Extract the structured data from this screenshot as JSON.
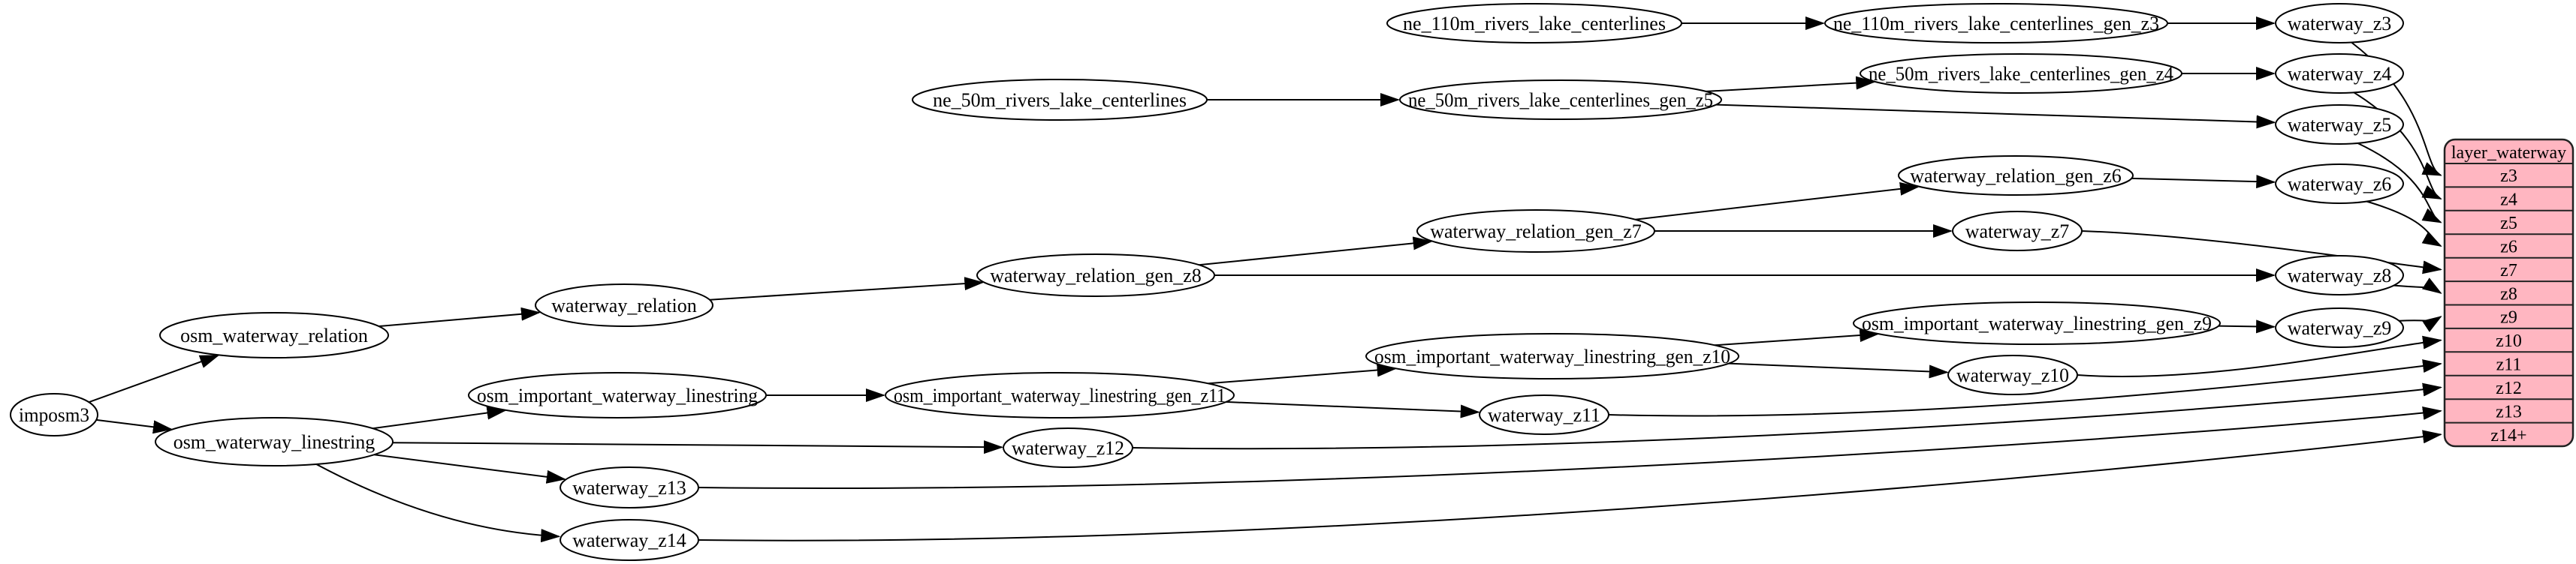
{
  "graph": {
    "colors": {
      "background": "#ffffff",
      "node_fill": "#ffffff",
      "node_stroke": "#000000",
      "edge": "#000000",
      "record_fill": "#ffb6c1",
      "record_stroke": "#222222",
      "text": "#000000"
    },
    "nodes": [
      {
        "id": "imposm3",
        "label": "imposm3"
      },
      {
        "id": "osm_waterway_relation",
        "label": "osm_waterway_relation"
      },
      {
        "id": "osm_waterway_linestring",
        "label": "osm_waterway_linestring"
      },
      {
        "id": "waterway_relation",
        "label": "waterway_relation"
      },
      {
        "id": "osm_important_waterway_linestring",
        "label": "osm_important_waterway_linestring"
      },
      {
        "id": "waterway_relation_gen_z8",
        "label": "waterway_relation_gen_z8"
      },
      {
        "id": "waterway_relation_gen_z7",
        "label": "waterway_relation_gen_z7"
      },
      {
        "id": "waterway_relation_gen_z6",
        "label": "waterway_relation_gen_z6"
      },
      {
        "id": "osm_important_waterway_linestring_gen_z11",
        "label": "osm_important_waterway_linestring_gen_z11"
      },
      {
        "id": "osm_important_waterway_linestring_gen_z10",
        "label": "osm_important_waterway_linestring_gen_z10"
      },
      {
        "id": "osm_important_waterway_linestring_gen_z9",
        "label": "osm_important_waterway_linestring_gen_z9"
      },
      {
        "id": "ne_110m_rivers_lake_centerlines",
        "label": "ne_110m_rivers_lake_centerlines"
      },
      {
        "id": "ne_110m_rivers_lake_centerlines_gen_z3",
        "label": "ne_110m_rivers_lake_centerlines_gen_z3"
      },
      {
        "id": "ne_50m_rivers_lake_centerlines",
        "label": "ne_50m_rivers_lake_centerlines"
      },
      {
        "id": "ne_50m_rivers_lake_centerlines_gen_z5",
        "label": "ne_50m_rivers_lake_centerlines_gen_z5"
      },
      {
        "id": "ne_50m_rivers_lake_centerlines_gen_z4",
        "label": "ne_50m_rivers_lake_centerlines_gen_z4"
      },
      {
        "id": "waterway_z3",
        "label": "waterway_z3"
      },
      {
        "id": "waterway_z4",
        "label": "waterway_z4"
      },
      {
        "id": "waterway_z5",
        "label": "waterway_z5"
      },
      {
        "id": "waterway_z6",
        "label": "waterway_z6"
      },
      {
        "id": "waterway_z7",
        "label": "waterway_z7"
      },
      {
        "id": "waterway_z8",
        "label": "waterway_z8"
      },
      {
        "id": "waterway_z9",
        "label": "waterway_z9"
      },
      {
        "id": "waterway_z10",
        "label": "waterway_z10"
      },
      {
        "id": "waterway_z11",
        "label": "waterway_z11"
      },
      {
        "id": "waterway_z12",
        "label": "waterway_z12"
      },
      {
        "id": "waterway_z13",
        "label": "waterway_z13"
      },
      {
        "id": "waterway_z14",
        "label": "waterway_z14"
      }
    ],
    "record": {
      "header": "layer_waterway",
      "rows": [
        "z3",
        "z4",
        "z5",
        "z6",
        "z7",
        "z8",
        "z9",
        "z10",
        "z11",
        "z12",
        "z13",
        "z14+"
      ]
    },
    "edges": [
      {
        "from": "imposm3",
        "to": "osm_waterway_relation"
      },
      {
        "from": "imposm3",
        "to": "osm_waterway_linestring"
      },
      {
        "from": "osm_waterway_relation",
        "to": "waterway_relation"
      },
      {
        "from": "osm_waterway_linestring",
        "to": "osm_important_waterway_linestring"
      },
      {
        "from": "osm_waterway_linestring",
        "to": "waterway_z12"
      },
      {
        "from": "osm_waterway_linestring",
        "to": "waterway_z13"
      },
      {
        "from": "osm_waterway_linestring",
        "to": "waterway_z14"
      },
      {
        "from": "waterway_relation",
        "to": "waterway_relation_gen_z8"
      },
      {
        "from": "waterway_relation_gen_z8",
        "to": "waterway_relation_gen_z7"
      },
      {
        "from": "waterway_relation_gen_z8",
        "to": "waterway_z8"
      },
      {
        "from": "waterway_relation_gen_z7",
        "to": "waterway_relation_gen_z6"
      },
      {
        "from": "waterway_relation_gen_z7",
        "to": "waterway_z7"
      },
      {
        "from": "waterway_relation_gen_z6",
        "to": "waterway_z6"
      },
      {
        "from": "osm_important_waterway_linestring",
        "to": "osm_important_waterway_linestring_gen_z11"
      },
      {
        "from": "osm_important_waterway_linestring_gen_z11",
        "to": "osm_important_waterway_linestring_gen_z10"
      },
      {
        "from": "osm_important_waterway_linestring_gen_z11",
        "to": "waterway_z11"
      },
      {
        "from": "osm_important_waterway_linestring_gen_z10",
        "to": "osm_important_waterway_linestring_gen_z9"
      },
      {
        "from": "osm_important_waterway_linestring_gen_z10",
        "to": "waterway_z10"
      },
      {
        "from": "osm_important_waterway_linestring_gen_z9",
        "to": "waterway_z9"
      },
      {
        "from": "ne_110m_rivers_lake_centerlines",
        "to": "ne_110m_rivers_lake_centerlines_gen_z3"
      },
      {
        "from": "ne_110m_rivers_lake_centerlines_gen_z3",
        "to": "waterway_z3"
      },
      {
        "from": "ne_50m_rivers_lake_centerlines",
        "to": "ne_50m_rivers_lake_centerlines_gen_z5"
      },
      {
        "from": "ne_50m_rivers_lake_centerlines_gen_z5",
        "to": "ne_50m_rivers_lake_centerlines_gen_z4"
      },
      {
        "from": "ne_50m_rivers_lake_centerlines_gen_z5",
        "to": "waterway_z5"
      },
      {
        "from": "ne_50m_rivers_lake_centerlines_gen_z4",
        "to": "waterway_z4"
      },
      {
        "from": "waterway_z3",
        "to": "layer_waterway:z3"
      },
      {
        "from": "waterway_z4",
        "to": "layer_waterway:z4"
      },
      {
        "from": "waterway_z5",
        "to": "layer_waterway:z5"
      },
      {
        "from": "waterway_z6",
        "to": "layer_waterway:z6"
      },
      {
        "from": "waterway_z7",
        "to": "layer_waterway:z7"
      },
      {
        "from": "waterway_z8",
        "to": "layer_waterway:z8"
      },
      {
        "from": "waterway_z9",
        "to": "layer_waterway:z9"
      },
      {
        "from": "waterway_z10",
        "to": "layer_waterway:z10"
      },
      {
        "from": "waterway_z11",
        "to": "layer_waterway:z11"
      },
      {
        "from": "waterway_z12",
        "to": "layer_waterway:z12"
      },
      {
        "from": "waterway_z13",
        "to": "layer_waterway:z13"
      },
      {
        "from": "waterway_z14",
        "to": "layer_waterway:z14+"
      }
    ]
  }
}
